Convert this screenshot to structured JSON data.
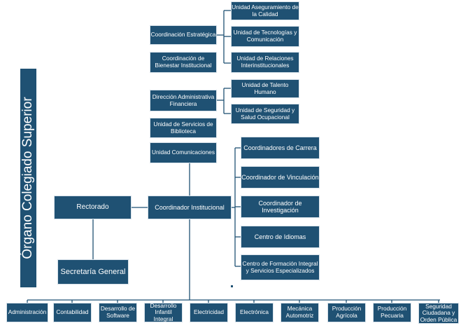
{
  "side_label": "Órgano Colegiado Superior",
  "top_level": {
    "rectorado": "Rectorado",
    "secretaria": "Secretaría General",
    "coordinador_institucional": "Coordinador Institucional"
  },
  "staff_units": [
    "Coordinación Estratégica",
    "Coordinación de Bienestar Institucional",
    "Dirección Administrativa Financiera",
    "Unidad de Servicios de Biblioteca",
    "Unidad Comunicaciones"
  ],
  "estrategica_units": [
    "Unidad Aseguramiento de la Calidad",
    "Unidad de Tecnologías y Comunicación",
    "Unidad de Relaciones Interinstitucionales"
  ],
  "financiera_units": [
    "Unidad de Talento Humano",
    "Unidad de Seguridad y Salud Ocupacional"
  ],
  "coordination_units": [
    "Coordinadores de Carrera",
    "Coordinador de Vinculación",
    "Coordinador de Investigación",
    "Centro de Idiomas",
    "Centro de Formación Integral y Servicios Especializados"
  ],
  "carreras": [
    "Administración",
    "Contabilidad",
    "Desarrollo de Software",
    "Desarrollo Infantil Integral",
    "Electricidad",
    "Electrónica",
    "Mecánica Automotriz",
    "Producción Agrícola",
    "Producción Pecuaria",
    "Seguridad Ciudadana y Orden Pública"
  ]
}
